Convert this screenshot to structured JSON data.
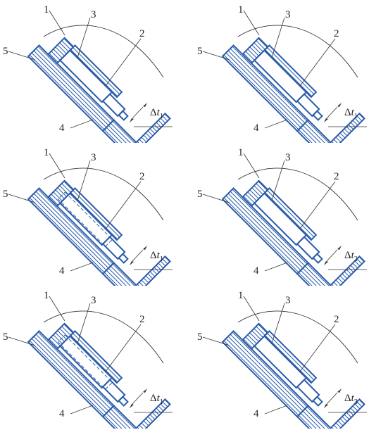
{
  "colors": {
    "part": "#2a5caa",
    "line": "#333333",
    "text": "#222222"
  },
  "panels": [
    {
      "labels": [
        "1",
        "3",
        "2",
        "5",
        "4"
      ],
      "delta_symbol": "Δ",
      "delta_var": "t",
      "delta_sub": "1",
      "variant": "a"
    },
    {
      "labels": [
        "1",
        "3",
        "2",
        "5",
        "4"
      ],
      "delta_symbol": "Δ",
      "delta_var": "t",
      "delta_sub": "1",
      "variant": "b"
    },
    {
      "labels": [
        "1",
        "3",
        "2",
        "5",
        "4"
      ],
      "delta_symbol": "Δ",
      "delta_var": "t",
      "delta_sub": "1",
      "variant": "c"
    },
    {
      "labels": [
        "1",
        "3",
        "2",
        "5",
        "4"
      ],
      "delta_symbol": "Δ",
      "delta_var": "t",
      "delta_sub": "2",
      "variant": "d"
    },
    {
      "labels": [
        "1",
        "3",
        "2",
        "5",
        "4"
      ],
      "delta_symbol": "Δ",
      "delta_var": "t",
      "delta_sub": "1",
      "variant": "e"
    },
    {
      "labels": [
        "1",
        "3",
        "2",
        "5",
        "4"
      ],
      "delta_symbol": "Δ",
      "delta_var": "t",
      "delta_sub": "3",
      "variant": "f"
    }
  ]
}
